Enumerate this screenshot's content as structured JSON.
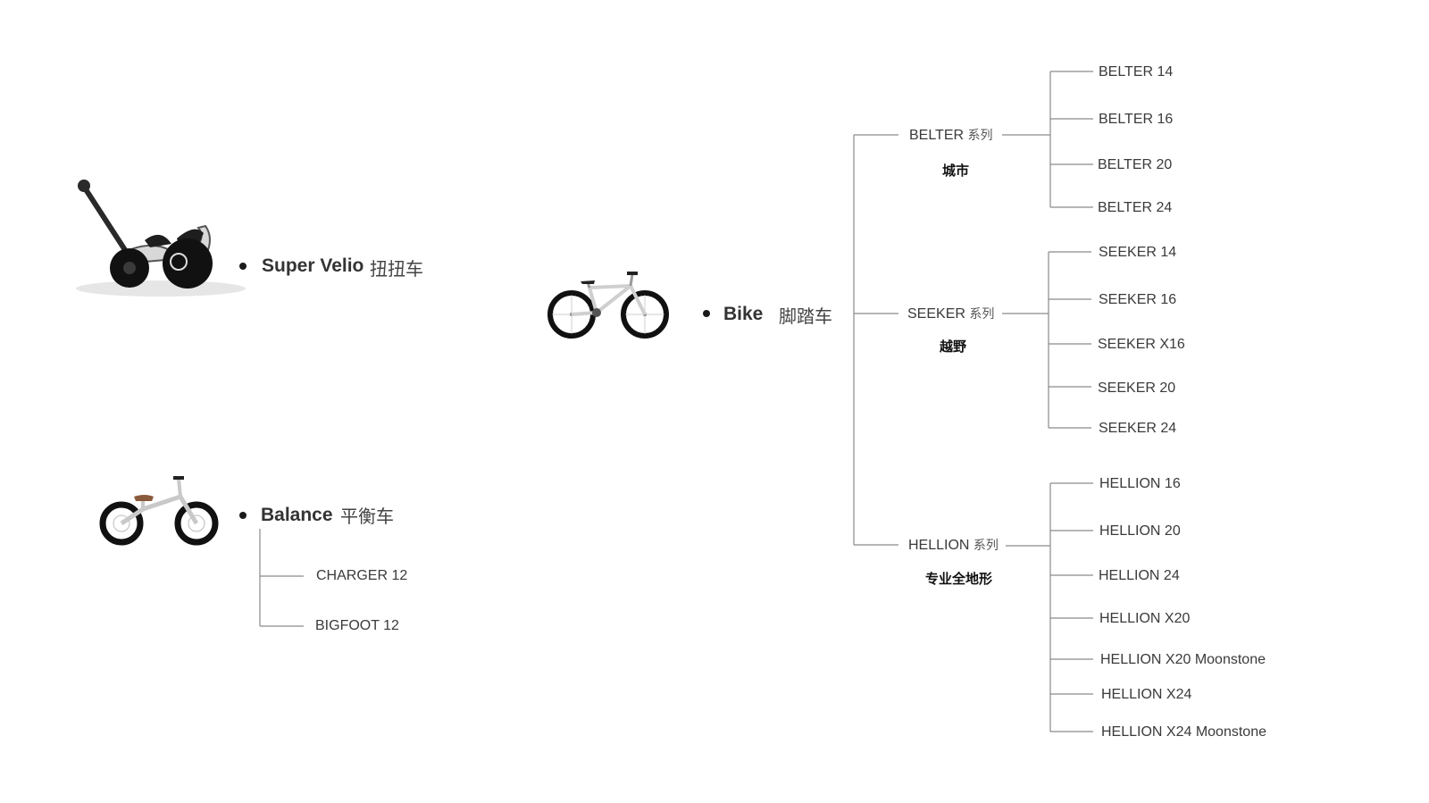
{
  "categories": {
    "super_velio": {
      "en": "Super Velio",
      "zh": "扭扭车",
      "image": "super-velio-trike"
    },
    "balance": {
      "en": "Balance",
      "zh": "平衡车",
      "image": "balance-bike",
      "children": [
        "CHARGER 12",
        "BIGFOOT 12"
      ]
    },
    "bike": {
      "en": "Bike",
      "zh": "脚踏车",
      "image": "pedal-bike"
    }
  },
  "series": {
    "belter": {
      "name": "BELTER",
      "suffix": "系列",
      "sub": "城市",
      "models": [
        "BELTER 14",
        "BELTER 16",
        "BELTER 20",
        "BELTER 24"
      ]
    },
    "seeker": {
      "name": "SEEKER",
      "suffix": "系列",
      "sub": "越野",
      "models": [
        "SEEKER 14",
        "SEEKER 16",
        "SEEKER X16",
        "SEEKER 20",
        "SEEKER 24"
      ]
    },
    "hellion": {
      "name": "HELLION",
      "suffix": "系列",
      "sub": "专业全地形",
      "models": [
        "HELLION 16",
        "HELLION 20",
        "HELLION 24",
        "HELLION X20",
        "HELLION X20 Moonstone",
        "HELLION X24",
        "HELLION X24 Moonstone"
      ]
    }
  },
  "colors": {
    "line": "#8a8a8a",
    "text": "#3a3a3a",
    "bullet": "#1a1a1a"
  }
}
